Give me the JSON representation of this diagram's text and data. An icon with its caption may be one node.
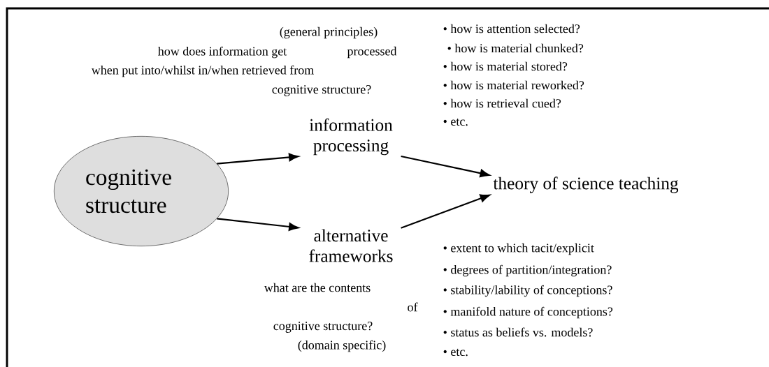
{
  "diagram": {
    "nodes": [
      {
        "text": [
          "cognitive structure"
        ]
      },
      {
        "text": [
          "information processing"
        ]
      },
      {
        "text": [
          "alternative frameworks"
        ]
      },
      {
        "text": [
          "theory of science teaching"
        ]
      }
    ],
    "edges": [
      {
        "from": 0,
        "to": 1,
        "arrow": "to"
      },
      {
        "from": 0,
        "to": 2,
        "arrow": "to"
      },
      {
        "from": 1,
        "to": 3,
        "arrow": "to"
      },
      {
        "from": 2,
        "to": 3,
        "arrow": "to"
      }
    ],
    "labels": [
      "(general principles)",
      "how does information get",
      "processed",
      "when put into/whilst in/when retrieved from",
      "cognitive structure?",
      "• how is attention selected?",
      "• how is material chunked?",
      "• how is material stored?",
      "• how is material reworked?",
      "• how is retrieval cued?",
      "• etc.",
      "what are the contents",
      "of",
      "cognitive structure?",
      "(domain specific)",
      "• extent to which tacit/explicit",
      "• degrees of partition/integration?",
      "• stability/lability of conceptions?",
      "• manifold nature of conceptions?",
      "• status as beliefs vs. models?",
      "• etc."
    ]
  }
}
